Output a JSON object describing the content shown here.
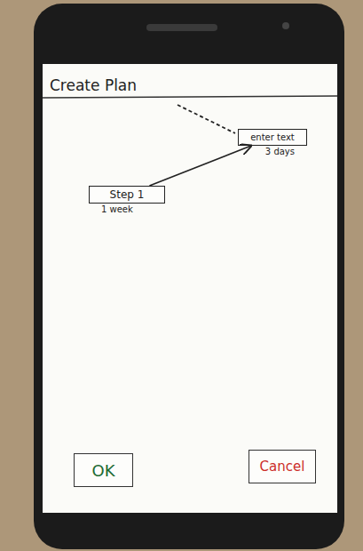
{
  "diagram": {
    "title": "Create Plan",
    "nodes": [
      {
        "text": [
          "enter text",
          "3 days"
        ]
      },
      {
        "text": [
          "Step 1",
          "1 week"
        ]
      },
      {
        "text": [
          "OK"
        ]
      },
      {
        "text": [
          "Cancel"
        ]
      }
    ],
    "edges": [
      {
        "from": 1,
        "to": 0,
        "arrow": "to"
      }
    ]
  }
}
